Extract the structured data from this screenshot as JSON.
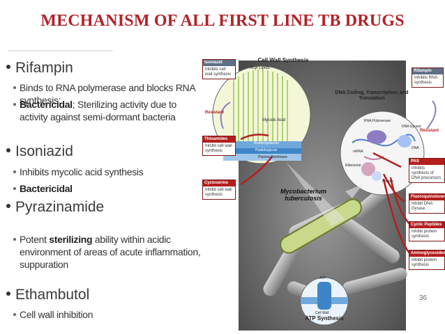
{
  "slide": {
    "title": "MECHANISM OF ALL FIRST LINE TB DRUGS",
    "page_number": "36"
  },
  "bullets": [
    {
      "drug": "Rifampin",
      "points": [
        {
          "parts": [
            {
              "text": "Binds to RNA polymerase and blocks RNA synthesis;",
              "bold": false
            }
          ]
        },
        {
          "parts": [
            {
              "text": "Bactericidal",
              "bold": true
            },
            {
              "text": "; Sterilizing activity due to activity against semi-dormant bacteria",
              "bold": false
            }
          ]
        }
      ]
    },
    {
      "drug": "Isoniazid",
      "points": [
        {
          "parts": [
            {
              "text": "Inhibits mycolic acid synthesis",
              "bold": false
            }
          ]
        },
        {
          "parts": [
            {
              "text": "Bactericidal",
              "bold": true
            }
          ]
        }
      ]
    },
    {
      "drug": "Pyrazinamide",
      "points": [
        {
          "parts": [
            {
              "text": "Potent ",
              "bold": false
            },
            {
              "text": "sterilizing",
              "bold": true
            },
            {
              "text": " ability within acidic environment of areas of acute inflammation, suppuration",
              "bold": false
            }
          ]
        }
      ]
    },
    {
      "drug": "Ethambutol",
      "points": [
        {
          "parts": [
            {
              "text": "Cell wall inhibition",
              "bold": false
            }
          ]
        }
      ]
    }
  ],
  "figure": {
    "cell_wall_title": "Cell Wall Synthesis",
    "dna_title": "DNA Coiling, Transcription, and Translation",
    "atp_title": "ATP Synthesis",
    "organism": "Mycobacterium tuberculosis",
    "resistant": "Resistant",
    "cell_wall_labels": {
      "acyl_lipids": "Acyl Lipids",
      "mycolic_acid": "Mycolic Acid",
      "arabinogalactan": "Arabinogalactan",
      "peptidoglycan": "Peptidoglycan",
      "plasma_membrane": "Plasma Membrane"
    },
    "dna_labels": {
      "rna_polymerase": "RNA Polymerase",
      "dna_gyrase": "DNA Gyrase",
      "dna": "DNA",
      "mrna": "mRNA",
      "ribosome": "Ribosome",
      "protein": "Protein"
    },
    "atp_labels": {
      "atp": "ATP",
      "cell_wall": "Cell Wall"
    },
    "drug_boxes": {
      "isoniazid": {
        "name": "Isoniazid",
        "desc": "Inhibits cell wall synthesis"
      },
      "rifampin": {
        "name": "Rifampin",
        "desc": "Inhibits RNA synthesis"
      },
      "thioamides": {
        "name": "Thioamides",
        "desc": "Inhibit cell wall synthesis"
      },
      "cycloserine": {
        "name": "Cycloserine",
        "desc": "Inhibit cell wall synthesis"
      },
      "pas": {
        "name": "PAS",
        "desc": "Inhibits synthesis of DNA precursors"
      },
      "fluoroquinolones": {
        "name": "Fluoroquinolones",
        "desc": "Inhibit DNA Gyrase"
      },
      "cyclic_peptides": {
        "name": "Cyclic Peptides",
        "desc": "Inhibit protein synthesis"
      },
      "aminoglycosides": {
        "name": "Aminoglycosides",
        "desc": "Inhibit protein synthesis"
      }
    }
  }
}
